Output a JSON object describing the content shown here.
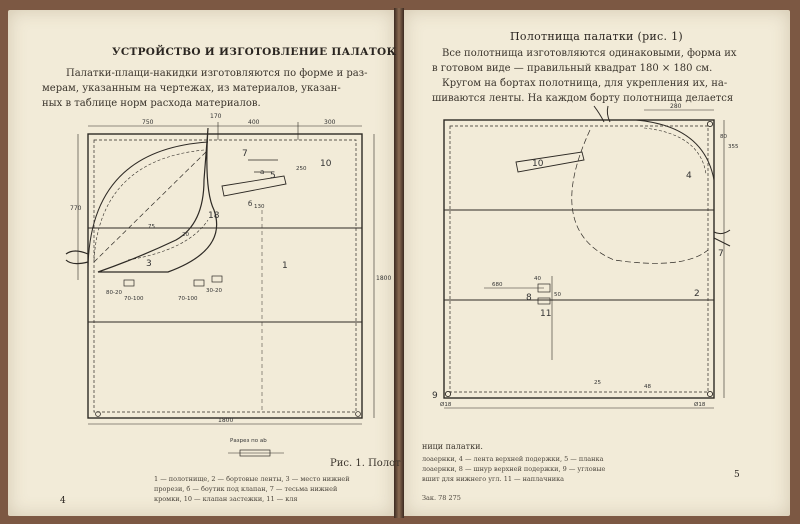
{
  "left_page": {
    "heading": "УСТРОЙСТВО И ИЗГОТОВЛЕНИЕ ПАЛАТОК",
    "paragraph_lines": [
      "Палатки-плащи-накидки изготовляются по форме и раз-",
      "мерам, указанным на чертежах, из материалов, указан-",
      "ных в таблице норм расхода материалов."
    ],
    "figure": {
      "dimensions": {
        "top_left": "750",
        "top_mid": "400",
        "top_right": "300",
        "top_small": "170",
        "left_vertical": "770",
        "bottom_width": "1800",
        "right_vertical": "1800",
        "stake_1": "80-20",
        "stake_2": "70-100",
        "stake_3": "70-100",
        "stake_4": "30-20",
        "strip_130": "130",
        "dim_250": "250",
        "dim_75": "75",
        "dim_20": "20"
      },
      "piece_labels": [
        "1",
        "3",
        "5",
        "7",
        "10",
        "18",
        "б",
        "а"
      ],
      "cut_label": "Разрез по аb"
    },
    "caption": "Рис. 1. Полот",
    "legend_lines": [
      "1 — полотнище, 2 — бортовые ленты, 3 — место нижней",
      "прорези, б — боутик под клапан, 7 — тесьма нижней",
      "кромки, 10 — клапан застежки, 11 — кля"
    ],
    "page_number": "4"
  },
  "right_page": {
    "heading": "Полотнища палатки (рис. 1)",
    "paragraph_lines": [
      "Все полотнища изготовляются одинаковыми, форма их",
      "в готовом виде — правильный квадрат 180 × 180 см.",
      "Кругом на бортах полотнища, для укрепления их, на-",
      "шиваются ленты. На каждом борту полотнища делается"
    ],
    "figure": {
      "dimensions": {
        "top_280": "280",
        "side_80": "80",
        "side_355": "355",
        "mid_680": "680",
        "dim_40": "40",
        "dim_50": "50",
        "dim_25": "25",
        "dim_48": "48",
        "bottom_left": "Ø18",
        "bottom_right": "Ø18"
      },
      "piece_labels": [
        "2",
        "4",
        "7",
        "8",
        "9",
        "10",
        "11"
      ]
    },
    "caption_tail": "ници палатки.",
    "legend_lines": [
      "лоаернки, 4 — лента верхней подержки, 5 — планка",
      "лоаернки, 8 — шнур верхней подержки, 9 — угловые",
      "вшит для нижнего угл. 11 — наплачника"
    ],
    "footer_code": "Зак. 78 275",
    "page_number": "5"
  },
  "colors": {
    "paper": "#f2ebd8",
    "ink": "#2a2520",
    "background": "#7c5843"
  }
}
